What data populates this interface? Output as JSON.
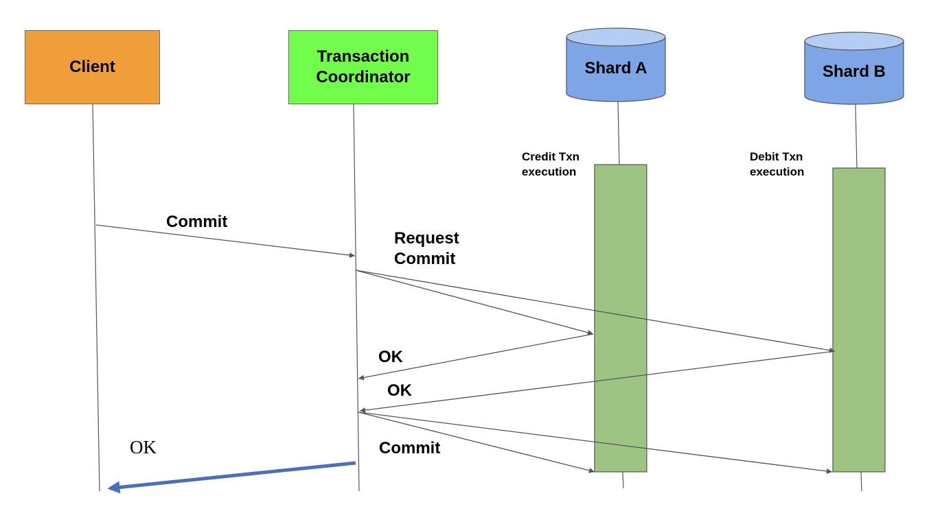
{
  "participants": {
    "client": "Client",
    "coordinator_line1": "Transaction",
    "coordinator_line2": "Coordinator",
    "shard_a": "Shard A",
    "shard_b": "Shard B"
  },
  "executions": {
    "shard_a_line1": "Credit Txn",
    "shard_a_line2": "execution",
    "shard_b_line1": "Debit Txn",
    "shard_b_line2": "execution"
  },
  "messages": {
    "commit_client": "Commit",
    "request_commit_line1": "Request",
    "request_commit_line2": "Commit",
    "ok_shard_a": "OK",
    "ok_shard_b": "OK",
    "commit_shards": "Commit",
    "ok_client": "OK"
  },
  "colors": {
    "client": "#f09e39",
    "coordinator": "#72fc4c",
    "shard_body": "#7ea6e6",
    "shard_top": "#b3cdf3",
    "execution": "#9dc483",
    "arrow": "#555555",
    "ok_client_arrow": "#4a6fbd"
  }
}
